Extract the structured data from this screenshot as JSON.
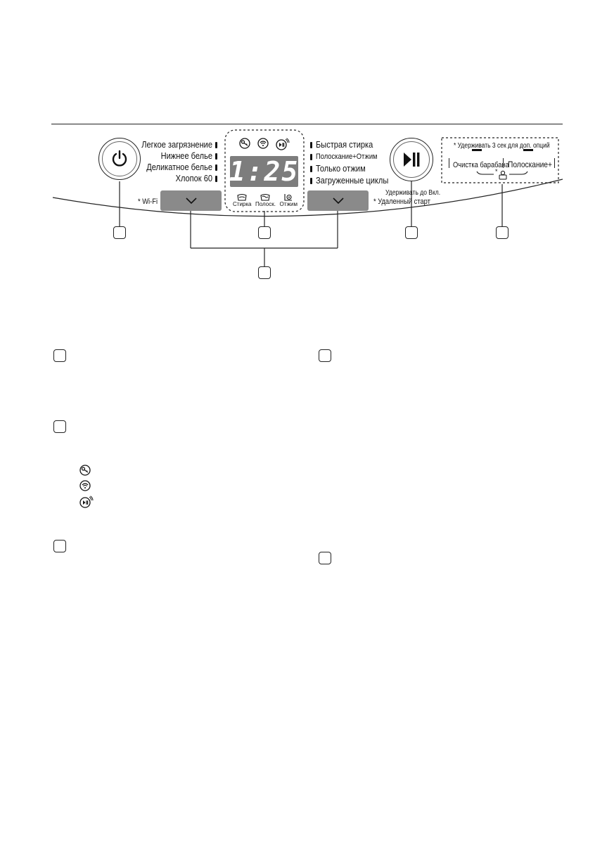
{
  "panel": {
    "left_programs": [
      "Легкое загрязнение",
      "Нижнее белье",
      "Деликатное белье",
      "Хлопок 60"
    ],
    "right_programs": [
      "Быстрая стирка",
      "Полоскание+Отжим",
      "Только отжим",
      "Загруженные циклы"
    ],
    "display_time": "1:25",
    "display_labels": [
      "Стирка",
      "Полоск.",
      "Отжим"
    ],
    "wifi_label": "* Wi-Fi",
    "remote_start_label": "* Удаленный старт",
    "hold_on_label": "Удерживать до Вкл.",
    "hold_options_label": "* Удерживать 3 сек для доп. опций",
    "drum_clean_label": "Очистка барабана",
    "rinse_plus_label": "Полоскание+",
    "child_lock_star": "*"
  },
  "icons": {
    "top_icons": [
      "door-lock-icon",
      "wifi-icon",
      "remote-start-icon"
    ],
    "legend_icons": [
      "door-lock-icon",
      "wifi-icon",
      "remote-start-icon"
    ]
  }
}
